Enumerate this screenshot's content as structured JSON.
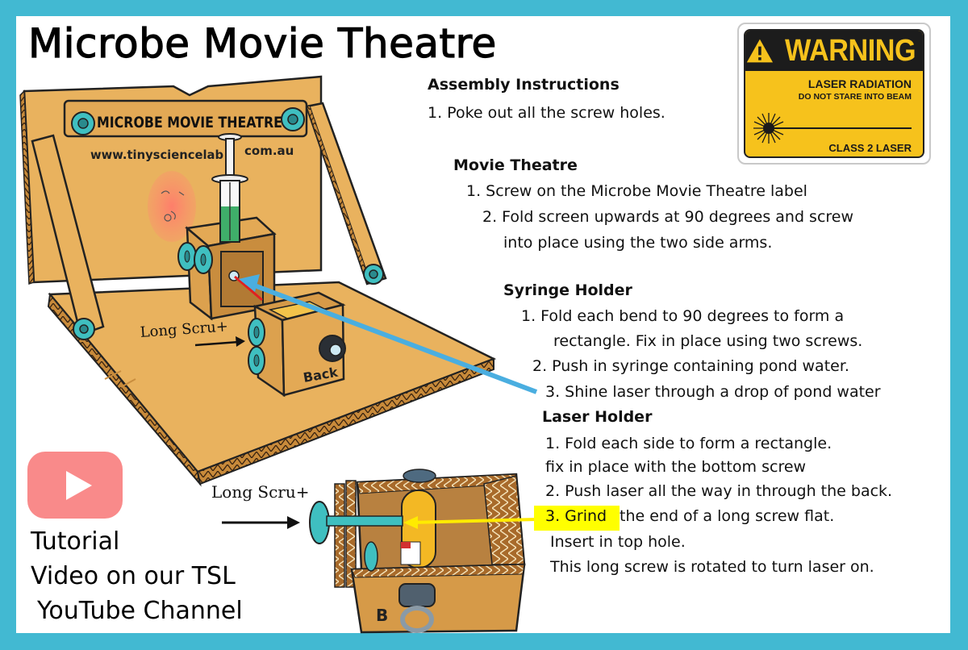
{
  "title": "Microbe Movie Theatre",
  "warning_sign": {
    "header": "WARNING",
    "line1": "LASER RADIATION",
    "line2": "DO NOT STARE INTO BEAM",
    "line3": "CLASS 2 LASER",
    "icons": [
      "warning-triangle-icon",
      "laser-burst-icon"
    ],
    "colors": {
      "yellow": "#f6c21c",
      "black": "#1c1c1c"
    }
  },
  "instructions": {
    "heading": "Assembly Instructions",
    "intro_step": "1. Poke out all the screw holes.",
    "sections": [
      {
        "heading": "Movie Theatre",
        "lines": [
          "1. Screw on the Microbe Movie Theatre label",
          "2. Fold screen upwards at 90 degrees and screw",
          "into place using the two side arms."
        ]
      },
      {
        "heading": "Syringe Holder",
        "lines": [
          "1. Fold each bend to 90 degrees to form a",
          "rectangle. Fix in place using two screws.",
          "2. Push in syringe containing pond water.",
          "3. Shine laser through a drop of pond water"
        ]
      },
      {
        "heading": "Laser Holder",
        "lines": [
          "1. Fold each side to form a rectangle.",
          "fix in place with the bottom screw",
          "2. Push laser all the way in through the back.",
          "3. Grind",
          "the end of a long screw flat.",
          "Insert in top hole.",
          "This long screw is rotated to turn laser on."
        ],
        "highlight": "3. Grind",
        "highlight_color": "#ffff00"
      }
    ]
  },
  "illustration": {
    "screen_label": "MICROBE MOVIE THEATRE",
    "website": "www.tinysciencelab",
    "website_suffix": "com.au",
    "box_label": "Back",
    "box_label_short": "B",
    "callout_1": "Long Scru+",
    "callout_2": "Long Scru+",
    "colors": {
      "cardboard": "#e9b25e",
      "screw": "#3fbfc0",
      "arrow_blue": "#4aaee0",
      "arrow_yellow": "#ffeb00",
      "laser_red": "#e02020"
    }
  },
  "youtube": {
    "icon": "youtube-play-icon",
    "color": "#f98a8a",
    "line1": "Tutorial",
    "line2": "Video on our TSL",
    "line3": "YouTube Channel"
  },
  "frame": {
    "border_color": "#42b9d2"
  }
}
